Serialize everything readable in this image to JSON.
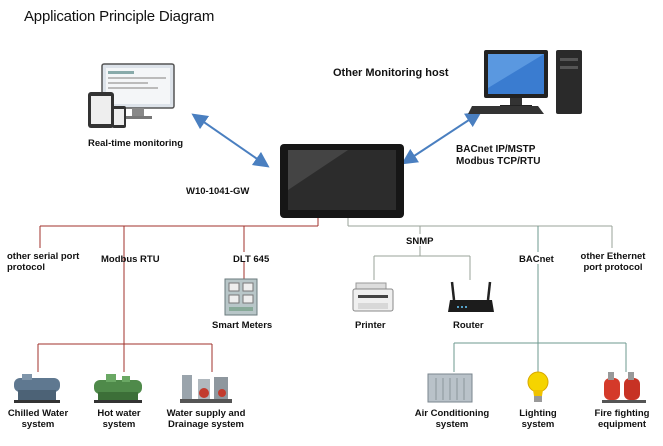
{
  "title": "Application Principle Diagram",
  "top": {
    "realtime_label": "Real-time monitoring",
    "host_label": "Other Monitoring host",
    "gateway_label": "W10-1041-GW",
    "protocol_line1": "BACnet IP/MSTP",
    "protocol_line2": "Modbus TCP/RTU"
  },
  "branches": {
    "serial_line1": "other serial port",
    "serial_line2": "protocol",
    "modbus_rtu": "Modbus RTU",
    "dlt645": "DLT 645",
    "snmp": "SNMP",
    "bacnet": "BACnet",
    "ethernet_line1": "other Ethernet",
    "ethernet_line2": "port protocol"
  },
  "devices": {
    "smart_meters": "Smart Meters",
    "printer": "Printer",
    "router": "Router",
    "chilled_line1": "Chilled Water",
    "chilled_line2": "system",
    "hotwater_line1": "Hot water",
    "hotwater_line2": "system",
    "supply_line1": "Water supply and",
    "supply_line2": "Drainage system",
    "aircon_line1": "Air Conditioning",
    "aircon_line2": "system",
    "lighting_line1": "Lighting",
    "lighting_line2": "system",
    "fire_line1": "Fire fighting",
    "fire_line2": "equipment"
  },
  "colors": {
    "red_bus": "#a0322b",
    "gray_bus": "#9aa39a",
    "teal_bus": "#6e9a8f",
    "arrow": "#4a7fc0"
  }
}
